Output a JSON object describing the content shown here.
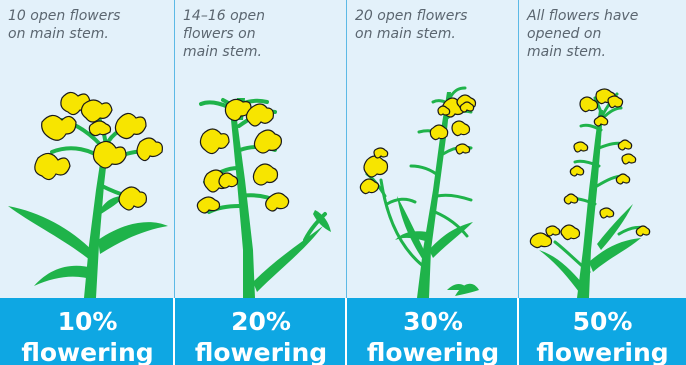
{
  "colors": {
    "panel_background": "#e3f1fa",
    "band": "#0ea7e3",
    "stem": "#1fb34a",
    "petal": "#f7e500",
    "petal_outline": "#1a1a1a",
    "caption_text": "#5b6670",
    "label_text": "#ffffff"
  },
  "stages": [
    {
      "caption": "10 open flowers\non main stem.",
      "percent": "10%",
      "label": "flowering"
    },
    {
      "caption": "14–16 open\nflowers on\nmain stem.",
      "percent": "20%",
      "label": "flowering"
    },
    {
      "caption": "20 open flowers\non main stem.",
      "percent": "30%",
      "label": "flowering"
    },
    {
      "caption": "All flowers have\nopened on\nmain stem.",
      "percent": "50%",
      "label": "flowering"
    }
  ]
}
